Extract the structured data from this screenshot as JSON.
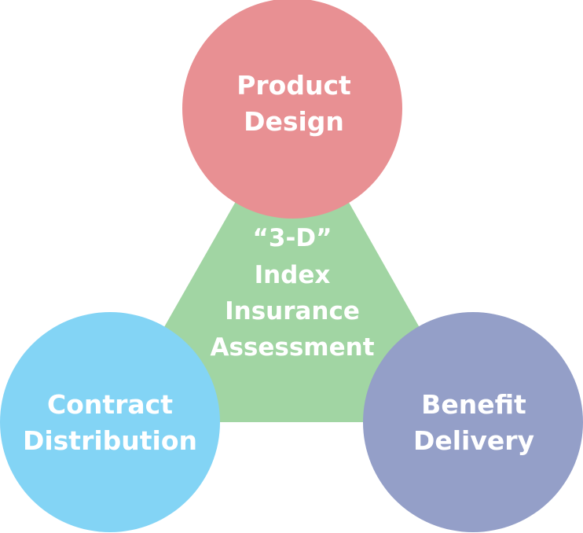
{
  "diagram": {
    "center": {
      "lines": [
        "“3-D”",
        "Index",
        "Insurance",
        "Assessment"
      ],
      "color": "#A1D5A3"
    },
    "nodes": [
      {
        "id": "product-design",
        "lines": [
          "Product",
          "Design"
        ],
        "color": "#E89093"
      },
      {
        "id": "contract-distribution",
        "lines": [
          "Contract",
          "Distribution"
        ],
        "color": "#83D4F5"
      },
      {
        "id": "benefit-delivery",
        "lines": [
          "Benefit",
          "Delivery"
        ],
        "color": "#949FC8"
      }
    ]
  }
}
